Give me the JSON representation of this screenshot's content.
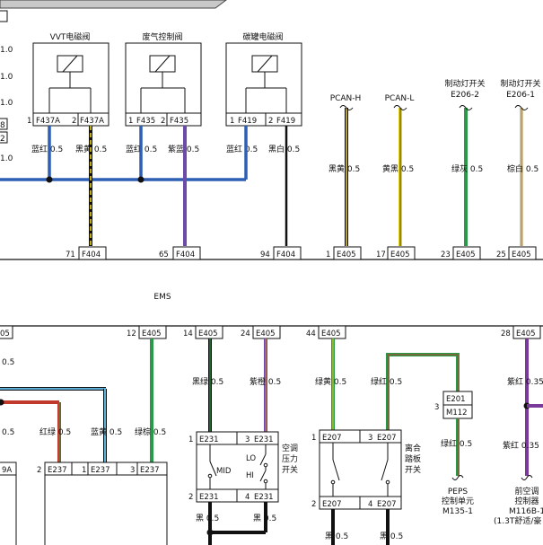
{
  "left_markers": [
    "1.0",
    "1.0",
    "1.0",
    "8",
    "2",
    "1.0"
  ],
  "top_components": [
    {
      "name": "VVT电磁阀",
      "pin_a": "1",
      "conn_a": "F437A",
      "pin_b": "2",
      "conn_b": "F437A",
      "wire_a": "蓝红 0.5",
      "wire_b": "黑黄 0.5"
    },
    {
      "name": "废气控制阀",
      "pin_a": "1",
      "conn_a": "F435",
      "pin_b": "2",
      "conn_b": "F435",
      "wire_a": "蓝红 0.5",
      "wire_b": "紫蓝 0.5"
    },
    {
      "name": "碳罐电磁阀",
      "pin_a": "1",
      "conn_a": "F419",
      "pin_b": "2",
      "conn_b": "F419",
      "wire_a": "蓝红 0.5",
      "wire_b": "黑白 0.5"
    }
  ],
  "top_signals": [
    {
      "name": "PCAN-H",
      "wire": "黑黄 0.5"
    },
    {
      "name": "PCAN-L",
      "wire": "黄黑 0.5"
    },
    {
      "name": "制动灯开关",
      "sub": "E206-2",
      "wire": "绿灰 0.5"
    },
    {
      "name": "制动灯开关",
      "sub": "E206-1",
      "wire": "棕白 0.5"
    }
  ],
  "ecu_top_pins": [
    {
      "num": "71",
      "conn": "F404"
    },
    {
      "num": "65",
      "conn": "F404"
    },
    {
      "num": "94",
      "conn": "F404"
    },
    {
      "num": "1",
      "conn": "E405"
    },
    {
      "num": "17",
      "conn": "E405"
    },
    {
      "num": "23",
      "conn": "E405"
    },
    {
      "num": "25",
      "conn": "E405"
    }
  ],
  "ecu_name": "EMS",
  "ecu_bottom_pins": [
    {
      "num": "",
      "conn": "05"
    },
    {
      "num": "12",
      "conn": "E405"
    },
    {
      "num": "14",
      "conn": "E405"
    },
    {
      "num": "24",
      "conn": "E405"
    },
    {
      "num": "44",
      "conn": "E405"
    },
    {
      "num": "28",
      "conn": "E405"
    }
  ],
  "bottom_wires": {
    "left_a": "0.5",
    "left_b": "0.5",
    "red_green": "红绿 0.5",
    "blue_yellow": "蓝黄 0.5",
    "green_brown": "绿棕 0.5",
    "black_green": "黑绿 0.5",
    "purple_orange": "紫橙 0.5",
    "green_yellow": "绿黄 0.5",
    "green_red": "绿红 0.5",
    "green_red_2": "绿红 0.5",
    "purple_red_a": "紫红 0.35",
    "purple_red_b": "紫红 0.35",
    "black_a": "黑 0.5",
    "black_b": "黑 0.5",
    "black_c": "黑 0.5",
    "black_d": "黑 0.5"
  },
  "e237": {
    "cut": "9A",
    "p2": "2",
    "c2": "E237",
    "p1": "1",
    "c1": "E237",
    "p3": "3",
    "c3": "E237"
  },
  "ac_switch": {
    "title_1": "空调",
    "title_2": "压力",
    "title_3": "开关",
    "mid": "MID",
    "lo": "LO",
    "hi": "HI",
    "pins": [
      {
        "num": "1",
        "conn": "E231"
      },
      {
        "num": "3",
        "conn": "E231"
      },
      {
        "num": "2",
        "conn": "E231"
      },
      {
        "num": "4",
        "conn": "E231"
      }
    ]
  },
  "clutch_switch": {
    "title_1": "离合",
    "title_2": "踏板",
    "title_3": "开关",
    "pins": [
      {
        "num": "1",
        "conn": "E207"
      },
      {
        "num": "3",
        "conn": "E207"
      },
      {
        "num": "2",
        "conn": "E207"
      },
      {
        "num": "4",
        "conn": "E207"
      }
    ]
  },
  "peps": {
    "pin": "3",
    "conn_a": "E201",
    "conn_b": "M112",
    "name_1": "PEPS",
    "name_2": "控制单元",
    "name_3": "M135-1"
  },
  "front_ac": {
    "name_1": "前空调",
    "name_2": "控制器",
    "name_3": "M116B-1",
    "name_4": "(1.3T舒适/豪"
  }
}
